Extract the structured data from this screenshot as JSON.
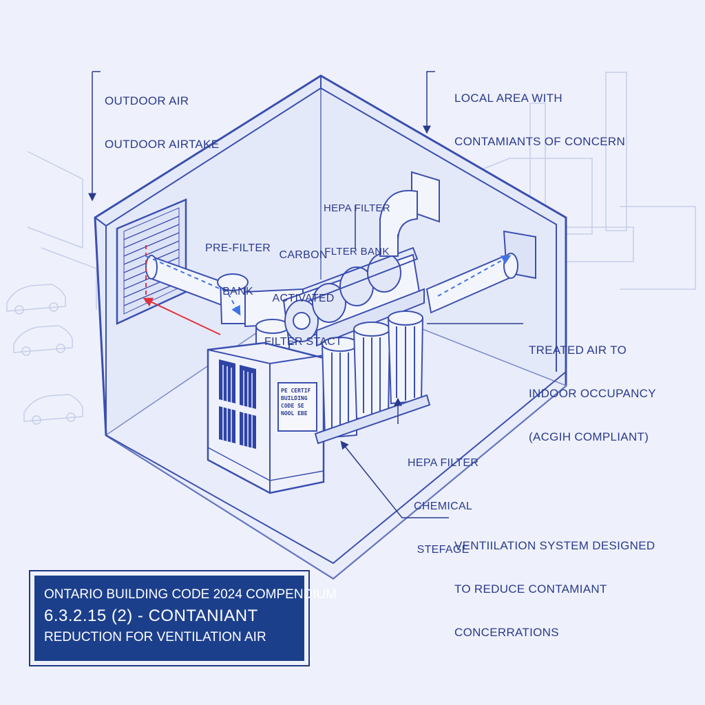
{
  "labels": {
    "outdoor_air": [
      "OUTDOOR AIR",
      "OUTDOOR AIRTAKE"
    ],
    "local_area": [
      "LOCAL AREA WITH",
      "CONTAMIANTS OF CONCERN"
    ],
    "hepa_bank": [
      "HEPA FILTER",
      "FLTER BANK"
    ],
    "pre_filter": [
      "PRE-FILTER",
      "BANK"
    ],
    "carbon": [
      "CARBON",
      "ACTIVATED",
      "FILTER STACT"
    ],
    "treated_air": [
      "TREATED AIR TO",
      "INDOOR OCCUPANCY",
      "(ACGIH COMPLIANT)"
    ],
    "hepa_chemical": [
      "HEPA FILTER",
      "CHEMICAL",
      "STEFAGE"
    ],
    "ventilation": [
      "VENTIILATION SYSTEM DESIGNED",
      "TO REDUCE CONTAMIANT",
      "CONCERRATIONS"
    ]
  },
  "unit_plate": [
    "PE CERTIF",
    "BUILDING",
    "CODE SE",
    "NOOL EBE"
  ],
  "caption": {
    "line1": "ONTARIO BUILDING CODE 2024 COMPENDIUM",
    "line2": "6.3.2.15 (2) - CONTANIANT",
    "line3": "REDUCTION FOR VENTILATION AIR"
  },
  "colors": {
    "ink": "#2a3a8c",
    "line": "#3b4fb0",
    "intake_arrow": "#e0313a",
    "flow_arrow": "#3f74e6",
    "caption_bg": "#1c3f8c",
    "background": "#eef1fb"
  },
  "icons": [
    "outdoor-air-louver-icon",
    "air-handler-icon",
    "filter-canister-icon",
    "duct-icon",
    "flow-arrow-icon",
    "car-icon",
    "industrial-stack-icon"
  ]
}
